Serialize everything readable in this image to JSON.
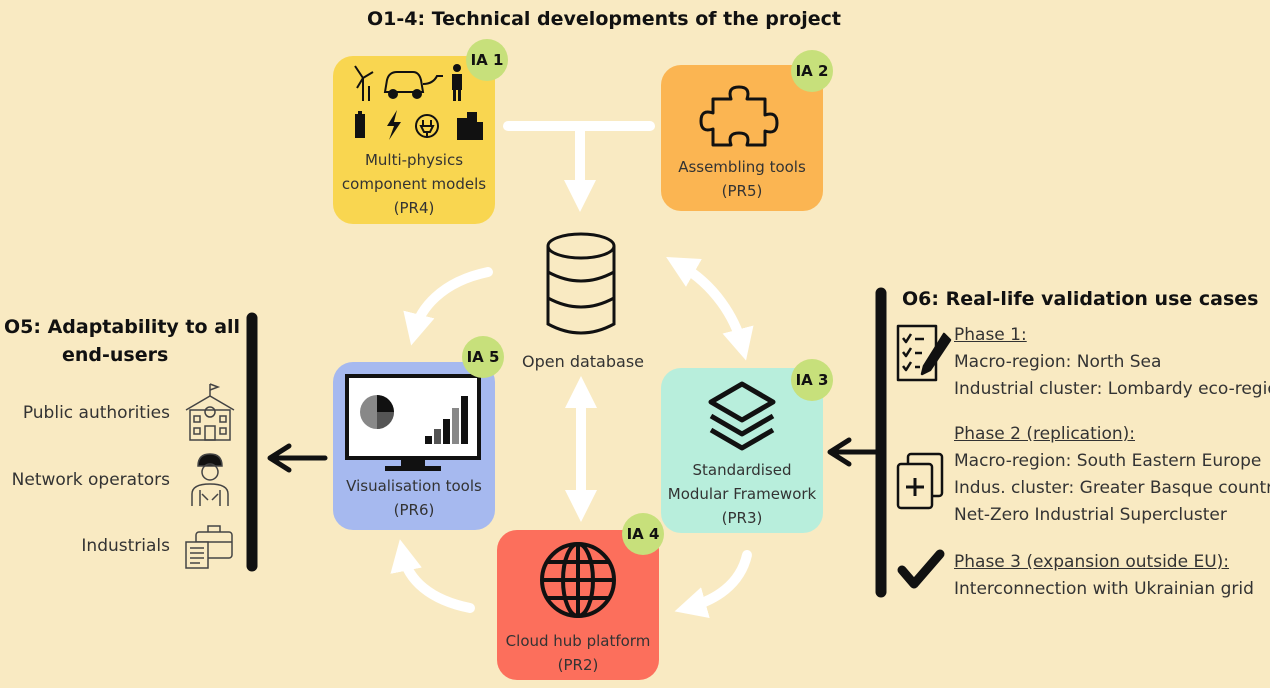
{
  "title_top": "O1-4: Technical developments of the project",
  "boxes": {
    "ia1": {
      "badge": "IA 1",
      "lines": [
        "Multi-physics",
        "component models",
        "(PR4)"
      ],
      "color": "#f9d650"
    },
    "ia2": {
      "badge": "IA 2",
      "lines": [
        "Assembling tools",
        "(PR5)"
      ],
      "color": "#fbb552"
    },
    "ia3": {
      "badge": "IA 3",
      "lines": [
        "Standardised",
        "Modular Framework",
        "(PR3)"
      ],
      "color": "#b8eedc"
    },
    "ia4": {
      "badge": "IA 4",
      "lines": [
        "Cloud hub platform",
        "(PR2)"
      ],
      "color": "#fc6f5c"
    },
    "ia5": {
      "badge": "IA 5",
      "lines": [
        "Visualisation tools",
        "(PR6)"
      ],
      "color": "#a6b9ef"
    }
  },
  "database_label": "Open database",
  "o5": {
    "title_lines": [
      "O5: Adaptability to all",
      "end-users"
    ],
    "users": [
      "Public authorities",
      "Network operators",
      "Industrials"
    ]
  },
  "o6": {
    "title": "O6: Real-life validation use cases",
    "phase1": {
      "head": "Phase 1:",
      "lines": [
        "Macro-region: North Sea",
        "Industrial cluster: Lombardy eco-region"
      ]
    },
    "phase2": {
      "head": "Phase 2 (replication):",
      "lines": [
        "Macro-region: South Eastern Europe",
        "Indus. cluster: Greater Basque country,",
        "Net-Zero Industrial Supercluster"
      ]
    },
    "phase3": {
      "head": "Phase 3 (expansion outside EU):",
      "lines": [
        "Interconnection with Ukrainian grid"
      ]
    }
  },
  "icons": {
    "ia1": [
      "wind-turbine-icon",
      "electric-car-icon",
      "person-icon",
      "battery-icon",
      "lightning-icon",
      "plug-icon",
      "buildings-icon"
    ],
    "ia2": "puzzle-icon",
    "ia3": "layers-icon",
    "ia4": "globe-icon",
    "ia5": "monitor-chart-icon",
    "database": "database-icon",
    "users": [
      "school-icon",
      "worker-icon",
      "briefcase-icon"
    ],
    "phases": [
      "checklist-icon",
      "copy-add-icon",
      "checkmark-icon"
    ]
  }
}
